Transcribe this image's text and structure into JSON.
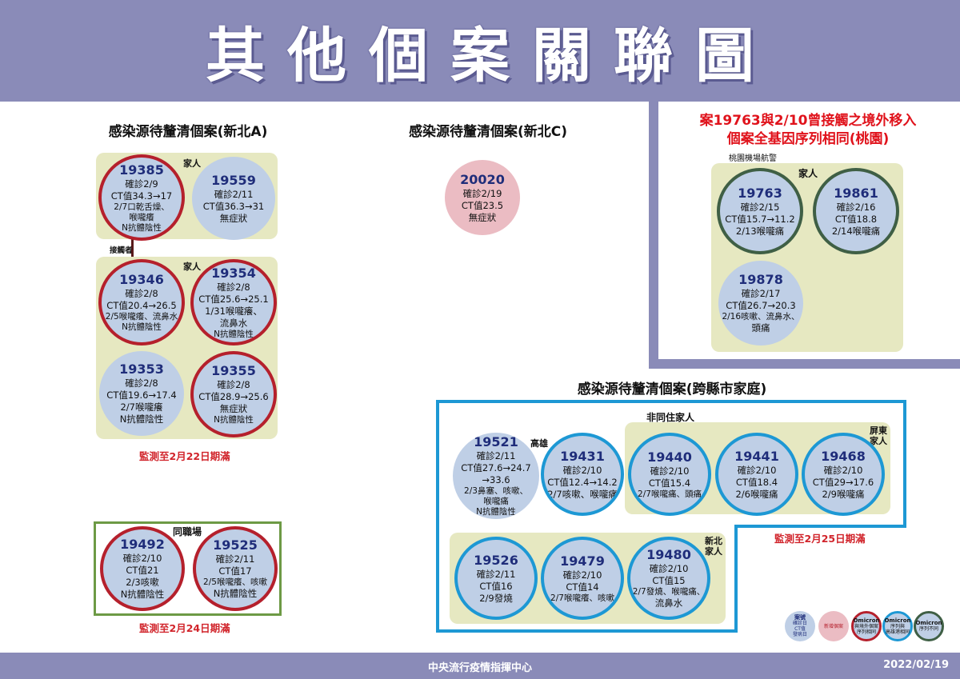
{
  "title": "其他個案關聯圖",
  "panel_a": {
    "title": "感染源待釐清個案(新北A)",
    "label_family1": "家人",
    "label_contact": "接觸者",
    "label_family2": "家人",
    "note": "監測至2月22日期滿",
    "cases": [
      {
        "id": "19385",
        "lines": [
          "確診2/9",
          "CT值34.3→17",
          "2/7口乾舌燥、",
          "喉嚨癢",
          "N抗體陰性"
        ]
      },
      {
        "id": "19559",
        "lines": [
          "確診2/11",
          "CT值36.3→31",
          "無症狀"
        ]
      },
      {
        "id": "19346",
        "lines": [
          "確診2/8",
          "CT值20.4→26.5",
          "2/5喉嚨癢、流鼻水",
          "N抗體陰性"
        ]
      },
      {
        "id": "19354",
        "lines": [
          "確診2/8",
          "CT值25.6→25.1",
          "1/31喉嚨癢、",
          "流鼻水",
          "N抗體陰性"
        ]
      },
      {
        "id": "19353",
        "lines": [
          "確診2/8",
          "CT值19.6→17.4",
          "2/7喉嚨癢",
          "N抗體陰性"
        ]
      },
      {
        "id": "19355",
        "lines": [
          "確診2/8",
          "CT值28.9→25.6",
          "無症狀",
          "N抗體陰性"
        ]
      }
    ]
  },
  "panel_workplace": {
    "label": "同職場",
    "note": "監測至2月24日期滿",
    "cases": [
      {
        "id": "19492",
        "lines": [
          "確診2/10",
          "CT值21",
          "2/3咳嗽",
          "N抗體陰性"
        ]
      },
      {
        "id": "19525",
        "lines": [
          "確診2/11",
          "CT值17",
          "2/5喉嚨癢、咳嗽",
          "N抗體陰性"
        ]
      }
    ]
  },
  "panel_c": {
    "title": "感染源待釐清個案(新北C)",
    "cases": [
      {
        "id": "20020",
        "lines": [
          "確診2/19",
          "CT值23.5",
          "無症狀"
        ]
      }
    ]
  },
  "panel_taoyuan": {
    "title_line1": "案19763與2/10曾接觸之境外移入",
    "title_line2": "個案全基因序列相同(桃園)",
    "label_airport": "桃園機場航警",
    "label_family": "家人",
    "cases": [
      {
        "id": "19763",
        "lines": [
          "確診2/15",
          "CT值15.7→11.2",
          "2/13喉嚨痛"
        ]
      },
      {
        "id": "19861",
        "lines": [
          "確診2/16",
          "CT值18.8",
          "2/14喉嚨痛"
        ]
      },
      {
        "id": "19878",
        "lines": [
          "確診2/17",
          "CT值26.7→20.3",
          "2/16咳嗽、流鼻水、",
          "頭痛"
        ]
      }
    ]
  },
  "panel_cross": {
    "title": "感染源待釐清個案(跨縣市家庭)",
    "label_nonresident": "非同住家人",
    "label_kaohsiung": "高雄",
    "label_pingtung1": "屏東",
    "label_pingtung2": "家人",
    "label_newtaipei1": "新北",
    "label_newtaipei2": "家人",
    "note": "監測至2月25日期滿",
    "cases": [
      {
        "id": "19521",
        "lines": [
          "確診2/11",
          "CT值27.6→24.7",
          "→33.6",
          "2/3鼻塞、咳嗽、",
          "喉嚨痛",
          "N抗體陰性"
        ]
      },
      {
        "id": "19431",
        "lines": [
          "確診2/10",
          "CT值12.4→14.2",
          "2/7咳嗽、喉嚨痛"
        ]
      },
      {
        "id": "19440",
        "lines": [
          "確診2/10",
          "CT值15.4",
          "2/7喉嚨痛、頭痛"
        ]
      },
      {
        "id": "19441",
        "lines": [
          "確診2/10",
          "CT值18.4",
          "2/6喉嚨痛"
        ]
      },
      {
        "id": "19468",
        "lines": [
          "確診2/10",
          "CT值29→17.6",
          "2/9喉嚨痛"
        ]
      },
      {
        "id": "19526",
        "lines": [
          "確診2/11",
          "CT值16",
          "2/9發燒"
        ]
      },
      {
        "id": "19479",
        "lines": [
          "確診2/10",
          "CT值14",
          "2/7喉嚨癢、咳嗽"
        ]
      },
      {
        "id": "19480",
        "lines": [
          "確診2/10",
          "CT值15",
          "2/7發燒、喉嚨痛、",
          "流鼻水"
        ]
      }
    ]
  },
  "legend": {
    "case": [
      "案號",
      "確診日",
      "CT值",
      "發病日"
    ],
    "new_case": "新增個案",
    "omicron_red": [
      "Omicron",
      "與境外個案",
      "序列相同"
    ],
    "omicron_blue": [
      "Omicron",
      "序列與",
      "高雄港相同"
    ],
    "omicron_green": [
      "Omicron",
      "序列不同"
    ]
  },
  "footer": {
    "center": "中央流行疫情指揮中心",
    "date": "2022/02/19"
  },
  "colors": {
    "background": "#8a8bb8",
    "red_ring": "#b5202c",
    "blue_ring": "#1d98d4",
    "green_ring": "#3f5f45",
    "new_case": "#ebbcc3",
    "case_fill": "#bfcfe6"
  }
}
